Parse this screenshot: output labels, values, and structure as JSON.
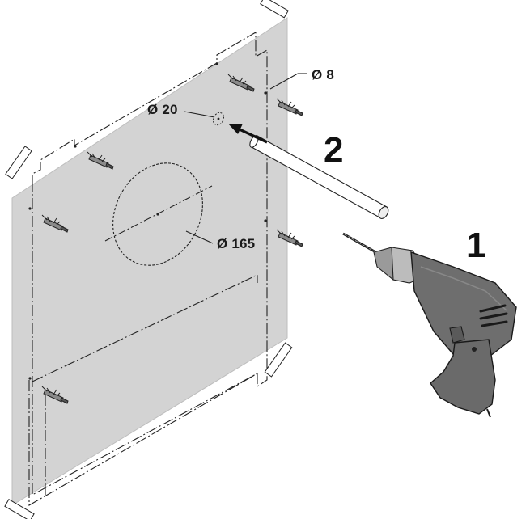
{
  "labels": {
    "hole_small": "Ø 8",
    "hole_medium": "Ø 20",
    "hole_large": "Ø 165"
  },
  "steps": {
    "step_one": "1",
    "step_two": "2"
  },
  "colors": {
    "template_sheet": "#d4d4d4",
    "drill_body": "#6e6e6e",
    "drill_chuck": "#9a9a9a",
    "outline": "#1a1a1a"
  },
  "icons": {
    "drill": "power-drill-icon",
    "wall_plug": "wall-plug-icon",
    "pipe": "pipe-icon",
    "tape": "tape-strip-icon"
  }
}
